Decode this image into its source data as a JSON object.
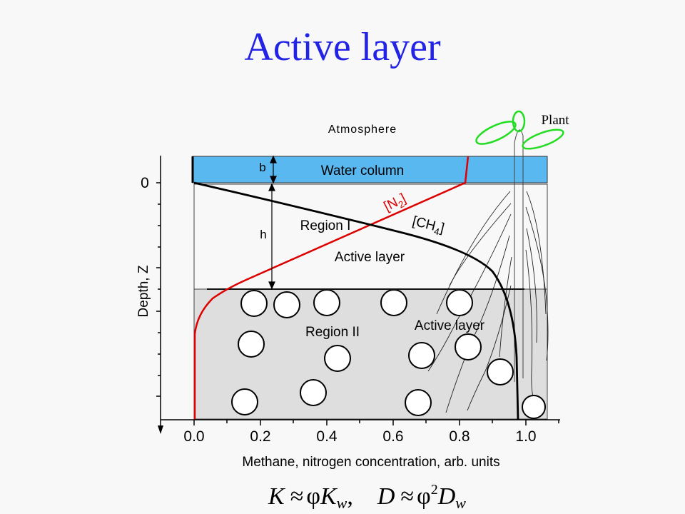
{
  "title": "Active layer",
  "labels": {
    "atmosphere": "Atmosphere",
    "plant": "Plant",
    "water_column": "Water column",
    "b": "b",
    "h": "h",
    "region1": "Region I",
    "active_layer_1": "Active layer",
    "region2": "Region II",
    "active_layer_2": "Active layer",
    "n2_base": "[N",
    "n2_sub": "2",
    "n2_close": "]",
    "ch4_base": "[CH",
    "ch4_sub": "4",
    "ch4_close": "]"
  },
  "axes": {
    "x_label": "Methane, nitrogen concentration, arb. units",
    "y_label": "Depth, Z",
    "x_ticks": [
      "0.0",
      "0.2",
      "0.4",
      "0.6",
      "0.8",
      "1.0"
    ],
    "y_ticks": [
      "0"
    ]
  },
  "formula": {
    "k": "K",
    "approx1": "≈",
    "phi1": "φ",
    "kw": "K",
    "kw_sub": "w",
    "comma": ",",
    "d": "D",
    "approx2": "≈",
    "phi2": "φ",
    "sq": "2",
    "dw": "D",
    "dw_sub": "w"
  },
  "colors": {
    "title": "#2323e6",
    "water": "#5ab8f0",
    "region2_fill": "#dedede",
    "n2_curve": "#dd0000",
    "ch4_curve": "#000000",
    "leaf": "#22dd22"
  }
}
